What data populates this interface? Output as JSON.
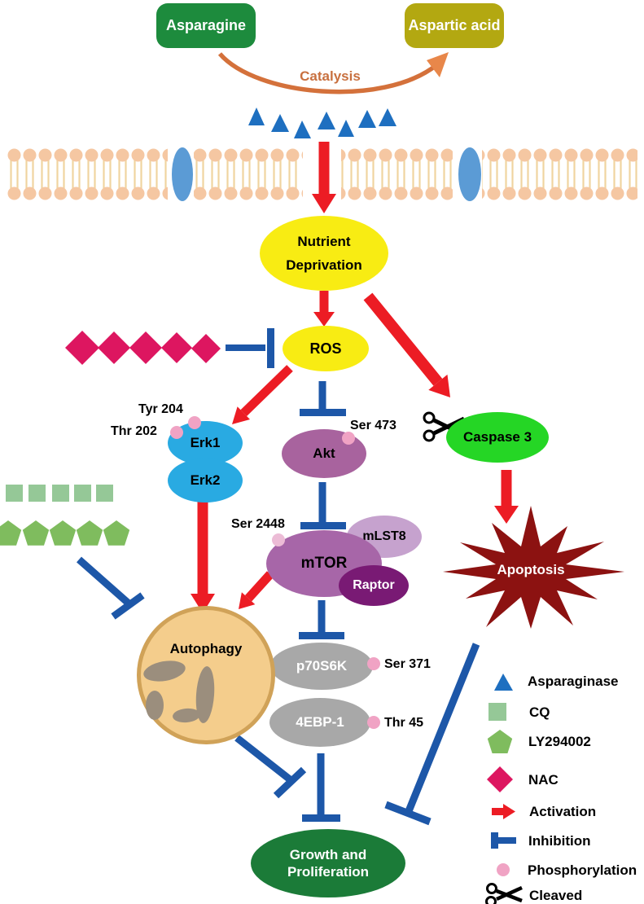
{
  "nodes": {
    "asparagine": "Asparagine",
    "aspartic_acid": "Aspartic acid",
    "catalysis": "Catalysis",
    "nutrient_line1": "Nutrient",
    "nutrient_line2": "Deprivation",
    "ros": "ROS",
    "erk1": "Erk1",
    "erk2": "Erk2",
    "akt": "Akt",
    "caspase3": "Caspase 3",
    "mtor": "mTOR",
    "mlst8": "mLST8",
    "raptor": "Raptor",
    "apoptosis": "Apoptosis",
    "autophagy": "Autophagy",
    "p70s6k": "p70S6K",
    "4ebp1": "4EBP-1",
    "growth_line1": "Growth and",
    "growth_line2": "Proliferation"
  },
  "site_labels": {
    "tyr204": "Tyr 204",
    "thr202": "Thr 202",
    "ser473": "Ser 473",
    "ser2448": "Ser 2448",
    "ser371": "Ser 371",
    "thr45": "Thr 45"
  },
  "legend": {
    "items": [
      {
        "icon": "asparaginase-triangle",
        "label": "Asparaginase"
      },
      {
        "icon": "cq-square",
        "label": "CQ"
      },
      {
        "icon": "ly294002-pentagon",
        "label": "LY294002"
      },
      {
        "icon": "nac-diamond",
        "label": "NAC"
      },
      {
        "icon": "activation-arrow",
        "label": "Activation"
      },
      {
        "icon": "inhibition-bar",
        "label": "Inhibition"
      },
      {
        "icon": "phosphorylation-dot",
        "label": "Phosphorylation"
      },
      {
        "icon": "cleaved-scissors",
        "label": "Cleaved"
      }
    ]
  },
  "interactions": [
    {
      "type": "catalysis",
      "from": "Asparagine",
      "to": "Aspartic acid",
      "by": "Asparaginase"
    },
    {
      "type": "activation",
      "from": "Asparaginase",
      "to": "Nutrient Deprivation"
    },
    {
      "type": "activation",
      "from": "Nutrient Deprivation",
      "to": "ROS"
    },
    {
      "type": "activation",
      "from": "Nutrient Deprivation",
      "to": "Caspase 3"
    },
    {
      "type": "inhibition",
      "from": "NAC",
      "to": "ROS"
    },
    {
      "type": "activation",
      "from": "ROS",
      "to": "Erk1/Erk2"
    },
    {
      "type": "inhibition",
      "from": "ROS",
      "to": "Akt"
    },
    {
      "type": "activation",
      "from": "Erk1/Erk2",
      "to": "Autophagy"
    },
    {
      "type": "inhibition",
      "from": "Akt",
      "to": "mTOR"
    },
    {
      "type": "activation",
      "from": "mTOR",
      "to": "Autophagy"
    },
    {
      "type": "inhibition",
      "from": "mTOR",
      "to": "p70S6K/4EBP-1"
    },
    {
      "type": "activation",
      "from": "Caspase 3",
      "to": "Apoptosis"
    },
    {
      "type": "inhibition",
      "from": "CQ/LY294002",
      "to": "Autophagy"
    },
    {
      "type": "inhibition",
      "from": "Autophagy",
      "to": "Growth and Proliferation"
    },
    {
      "type": "inhibition",
      "from": "4EBP-1",
      "to": "Growth and Proliferation"
    },
    {
      "type": "inhibition",
      "from": "Apoptosis",
      "to": "Growth and Proliferation"
    }
  ],
  "colors": {
    "asparagine_green": "#1d8b3d",
    "aspartic_olive": "#b3a811",
    "catalysis_orange": "#d4713b",
    "asparaginase_blue": "#1e6fc0",
    "membrane_head": "#f5c7a2",
    "membrane_tail": "#f0d4a0",
    "channel_blue": "#5b9bd5",
    "activation_red": "#ec1c24",
    "node_yellow": "#f8ec13",
    "nac_pink": "#dd1660",
    "inhibition_blue": "#1d57a8",
    "erk_blue": "#29aae2",
    "akt_purple": "#a8639e",
    "caspase_green": "#25d625",
    "mtor_purple": "#a766a8",
    "mlst8_plum": "#c6a2ce",
    "raptor_purple": "#791a74",
    "apoptosis_maroon": "#8c1211",
    "autophagy_fill": "#f4cd8c",
    "autophagy_border": "#d0a258",
    "kinase_grey": "#a8a8a8",
    "growth_green": "#1b7b38",
    "phospho_pink": "#f0a3c4",
    "cq_green": "#95c897",
    "ly_green": "#7fbc5e",
    "scissors_black": "#000000"
  }
}
